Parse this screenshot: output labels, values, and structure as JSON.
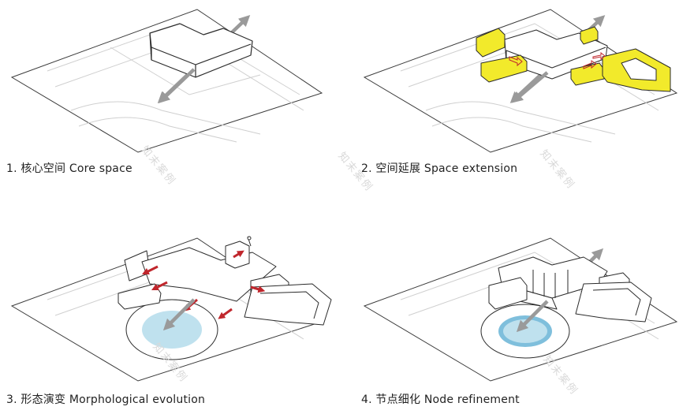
{
  "captions": [
    "1. 核心空间 Core space",
    "2. 空间延展 Space extension",
    "3. 形态演变 Morphological evolution",
    "4. 节点细化 Node refinement"
  ],
  "watermark": "知末案例",
  "colors": {
    "line": "#2b2b2b",
    "site_line": "#cfcfcf",
    "arrow_grey": "#9a9a9a",
    "extension_yellow": "#f2ea2b",
    "arrow_red": "#c0262c",
    "plaza_blue": "#bfe1ee",
    "plaza_blue_dark": "#7fbfdc"
  }
}
